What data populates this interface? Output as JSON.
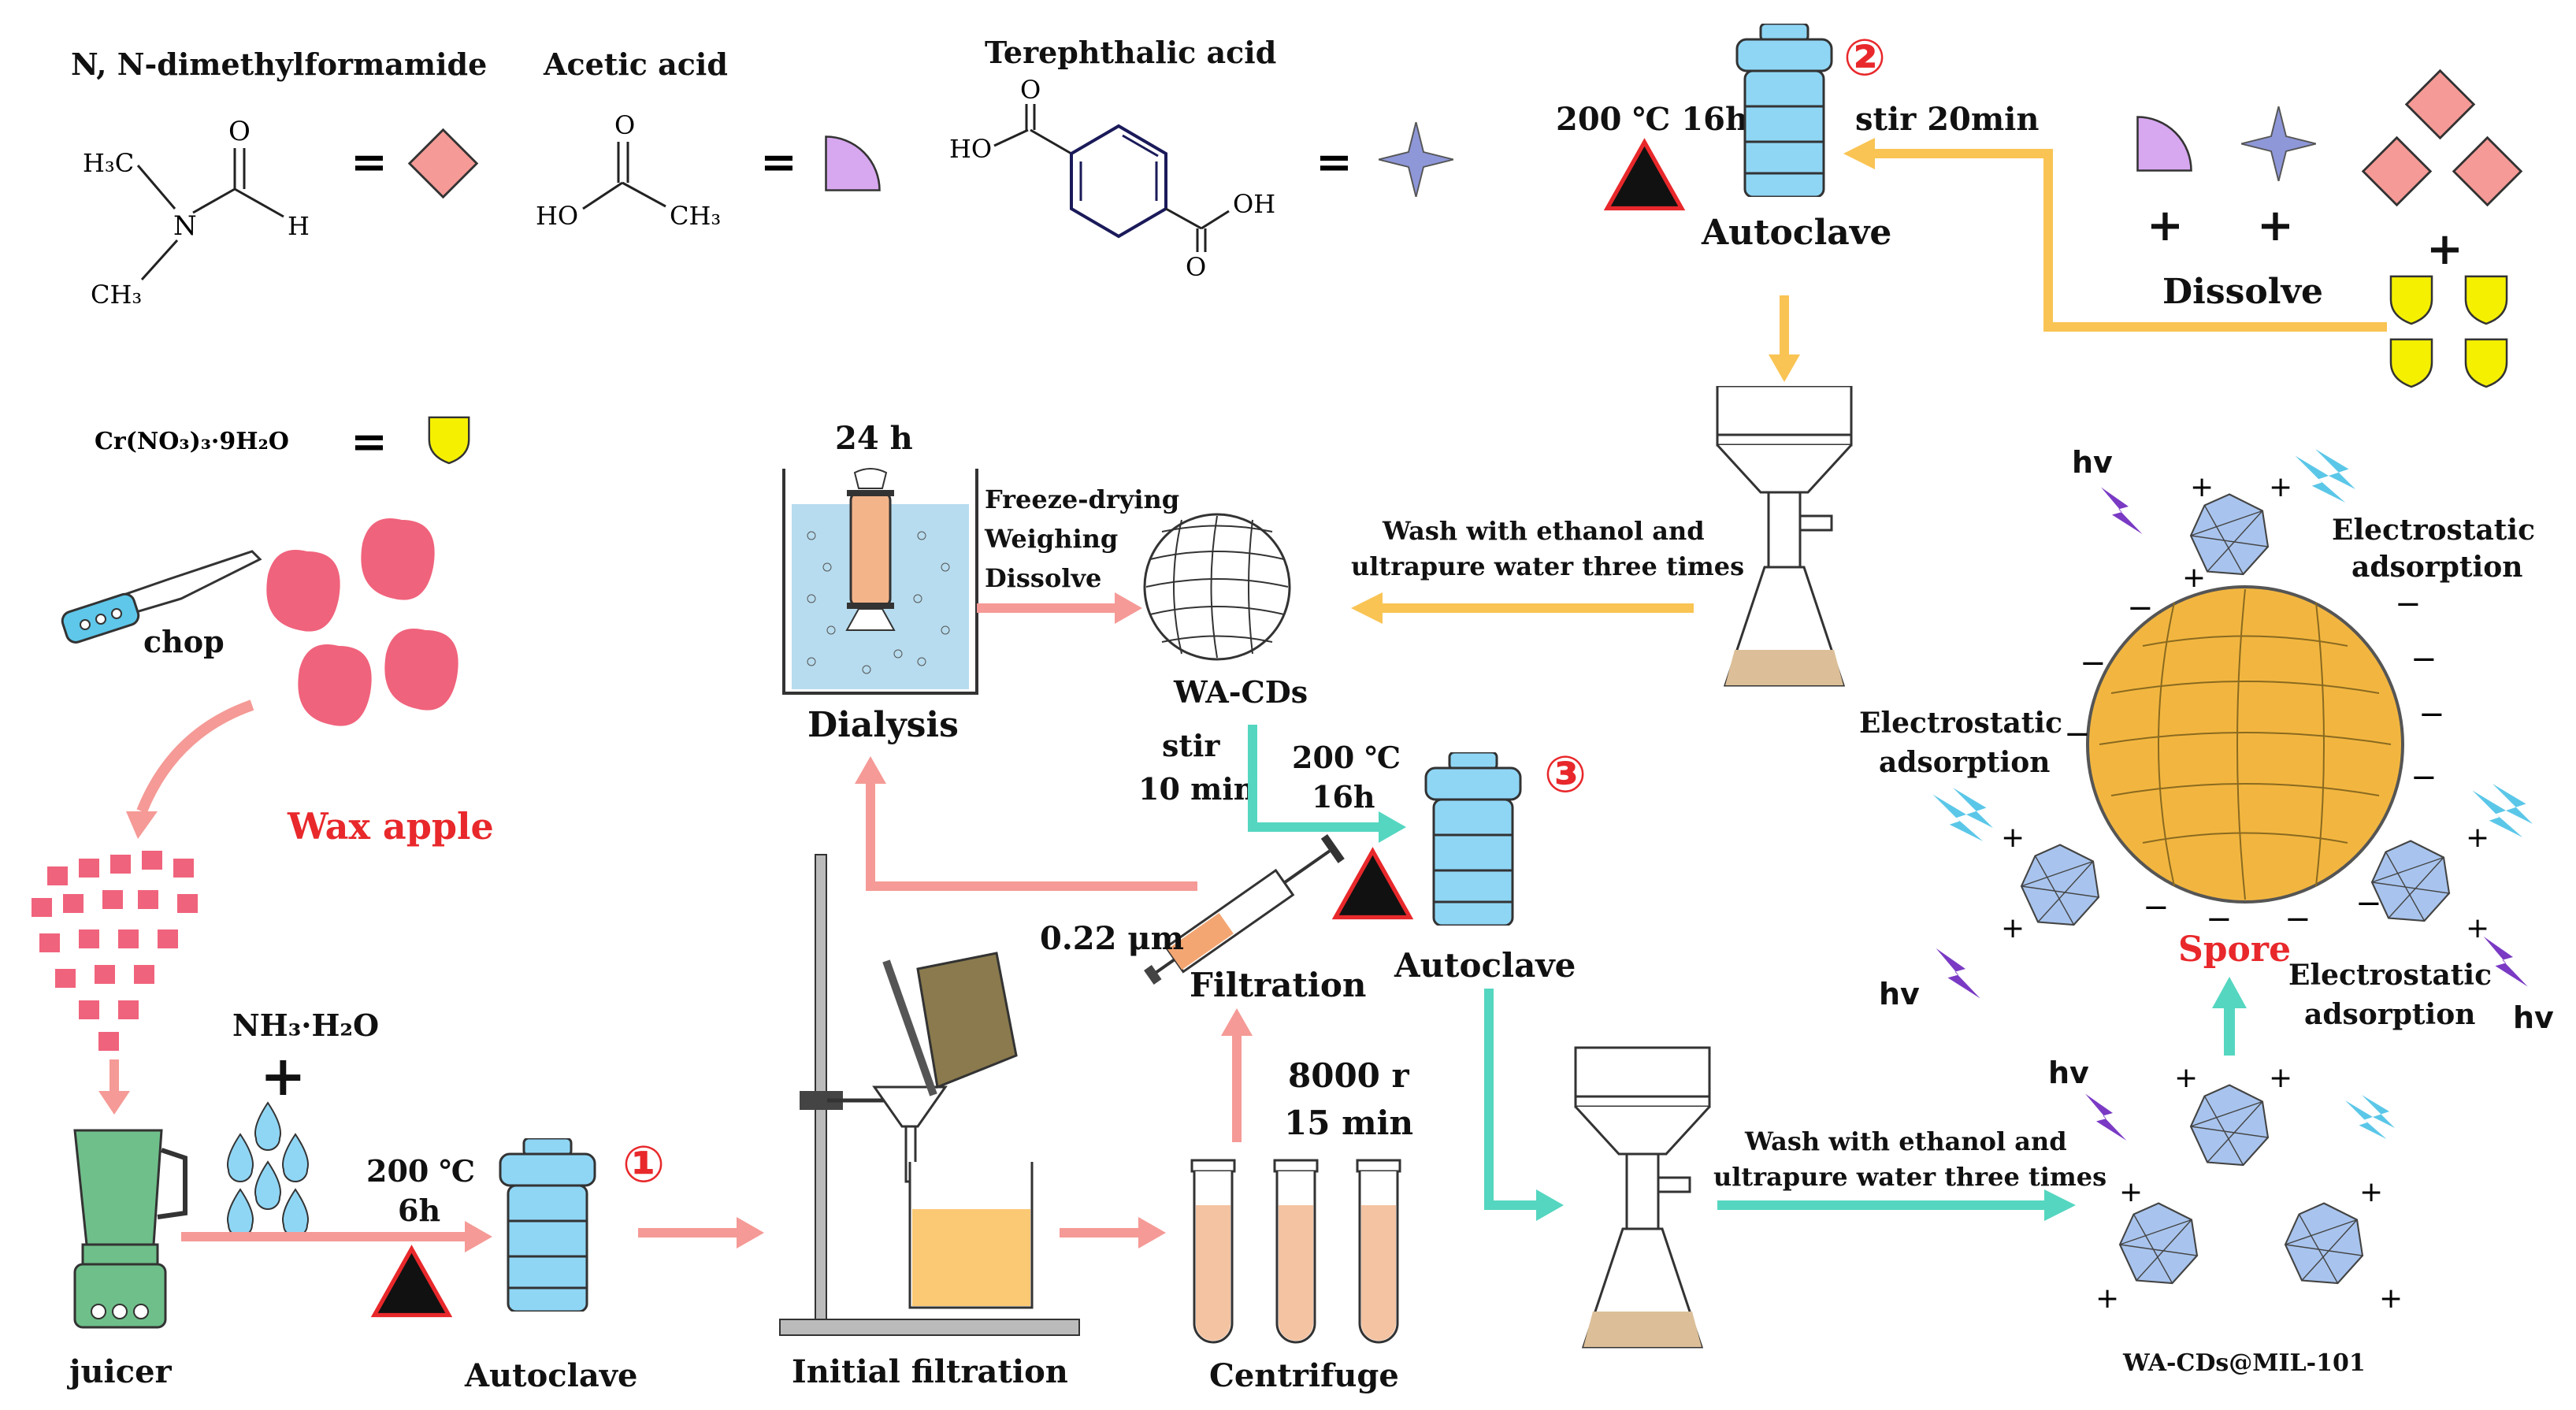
{
  "legend": {
    "dmf_name": "N, N-dimethylformamide",
    "acetic_name": "Acetic acid",
    "terephthalic_name": "Terephthalic acid",
    "chromium_name": "Cr(NO₃)₃·9H₂O",
    "equals": "=",
    "dmf_atoms": {
      "h3c": "H₃C",
      "n": "N",
      "o": "O",
      "h": "H",
      "ch3": "CH₃"
    },
    "acetic_atoms": {
      "o": "O",
      "ho": "HO",
      "ch3": "CH₃"
    },
    "terephthalic_atoms": {
      "o1": "O",
      "ho": "HO",
      "oh": "OH",
      "o2": "O"
    }
  },
  "labels": {
    "chop": "chop",
    "wax_apple": "Wax apple",
    "nh3": "NH₃·H₂O",
    "plus": "+",
    "juicer": "juicer",
    "step1_cond_a": "200 ℃",
    "step1_cond_b": "6h",
    "autoclave": "Autoclave",
    "initial_filtration": "Initial filtration",
    "centrifuge": "Centrifuge",
    "centrifuge_a": "8000 r",
    "centrifuge_b": "15 min",
    "pore": "0.22 μm",
    "filtration": "Filtration",
    "dialysis_time": "24 h",
    "dialysis": "Dialysis",
    "freeze_a": "Freeze-drying",
    "freeze_b": "Weighing",
    "freeze_c": "Dissolve",
    "wacds": "WA-CDs",
    "stir10_a": "stir",
    "stir10_b": "10 min",
    "step3_cond_a": "200 ℃",
    "step3_cond_b": "16h",
    "step2_cond": "200 ℃  16h",
    "stir20": "stir  20min",
    "dissolve": "Dissolve",
    "wash_a": "Wash with ethanol and",
    "wash_b": "ultrapure water three times",
    "composite": "WA-CDs@MIL-101",
    "spore": "Spore",
    "electro_a": "Electrostatic",
    "electro_b": "adsorption",
    "hv": "hv",
    "minus": "−"
  },
  "step_numbers": [
    "①",
    "②",
    "③"
  ],
  "colors": {
    "pink_arrow": "#f59a96",
    "yellow_arrow": "#f9c453",
    "teal_arrow": "#55d6c0",
    "dmf_diamond": "#f59a96",
    "acetic_quarter": "#d7a7f0",
    "terephthalic_star": "#8e97d8",
    "chromium_shield": "#f5f000",
    "autoclave_blue": "#8fd6f5",
    "spore_gold": "#f2b640",
    "step_red": "#e8282b"
  }
}
